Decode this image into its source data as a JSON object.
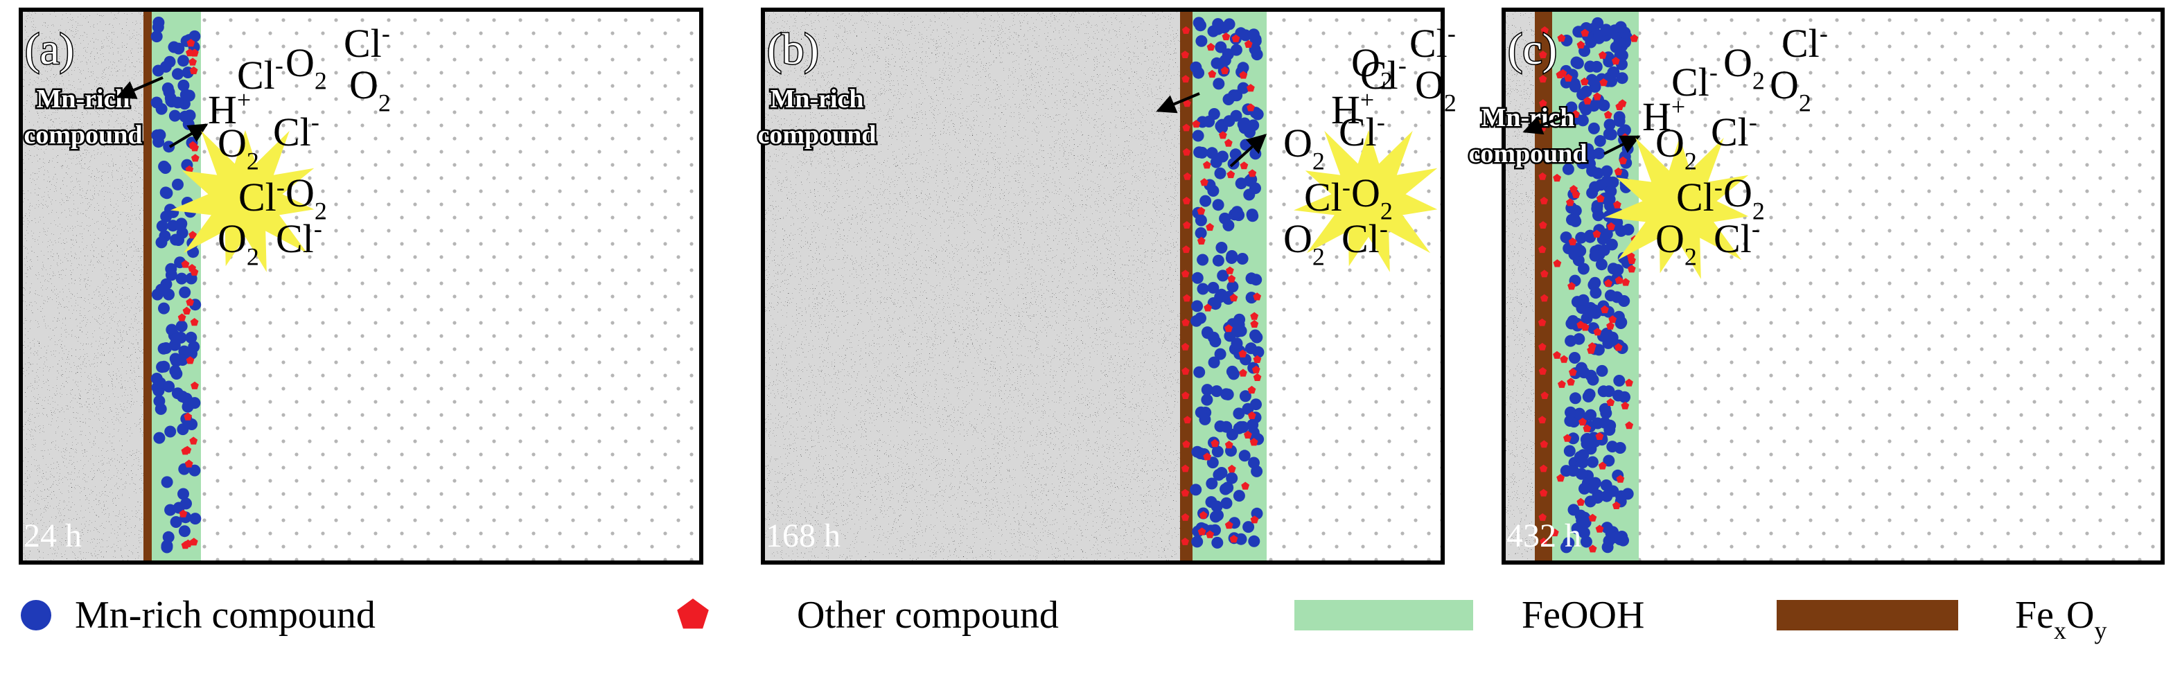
{
  "panels": [
    {
      "letter": "(a)",
      "time": "24 h"
    },
    {
      "letter": "(b)",
      "time": "168 h"
    },
    {
      "letter": "(c)",
      "time": "432 h"
    }
  ],
  "species": {
    "oxygen": "O",
    "oxygen_sub": "2",
    "chloride": "Cl",
    "chloride_sup": "-",
    "proton": "H",
    "proton_sup": "+"
  },
  "substrate_label": {
    "line1": "Mn-rich",
    "line2": "compound"
  },
  "legend": {
    "mn_rich": "Mn-rich compound",
    "other": "Other compound",
    "feooh": "FeOOH",
    "fexoy_base": "Fe",
    "fexoy_x": "x",
    "fexoy_mid": "O",
    "fexoy_y": "y"
  },
  "colors": {
    "mn_dot": "#1f3ab8",
    "other_dot": "#ee1c24",
    "feooh": "#a6e0b0",
    "fexoy": "#7a3b10",
    "burst": "#f6f04a",
    "electrolyte_dot": "#b5b5b5",
    "frame": "#000000"
  },
  "icons": [
    "arrow-icon",
    "proton-burst-icon",
    "blue-circle-icon",
    "red-pentagon-icon"
  ]
}
